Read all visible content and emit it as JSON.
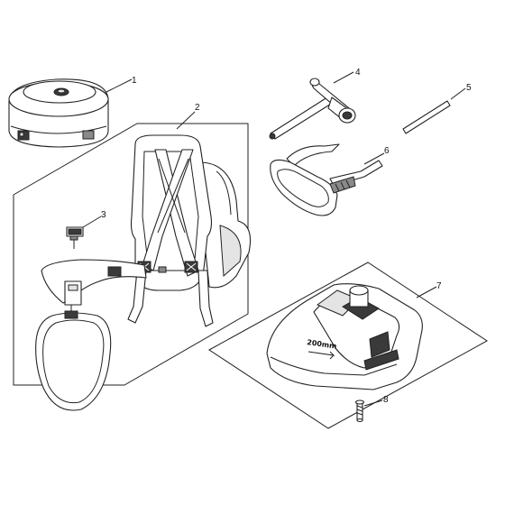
{
  "callouts": [
    {
      "id": "1",
      "label": "1"
    },
    {
      "id": "2",
      "label": "2"
    },
    {
      "id": "3",
      "label": "3"
    },
    {
      "id": "4",
      "label": "4"
    },
    {
      "id": "5",
      "label": "5"
    },
    {
      "id": "6",
      "label": "6"
    },
    {
      "id": "7",
      "label": "7"
    },
    {
      "id": "8",
      "label": "8"
    }
  ],
  "guard_marking": "200mm"
}
